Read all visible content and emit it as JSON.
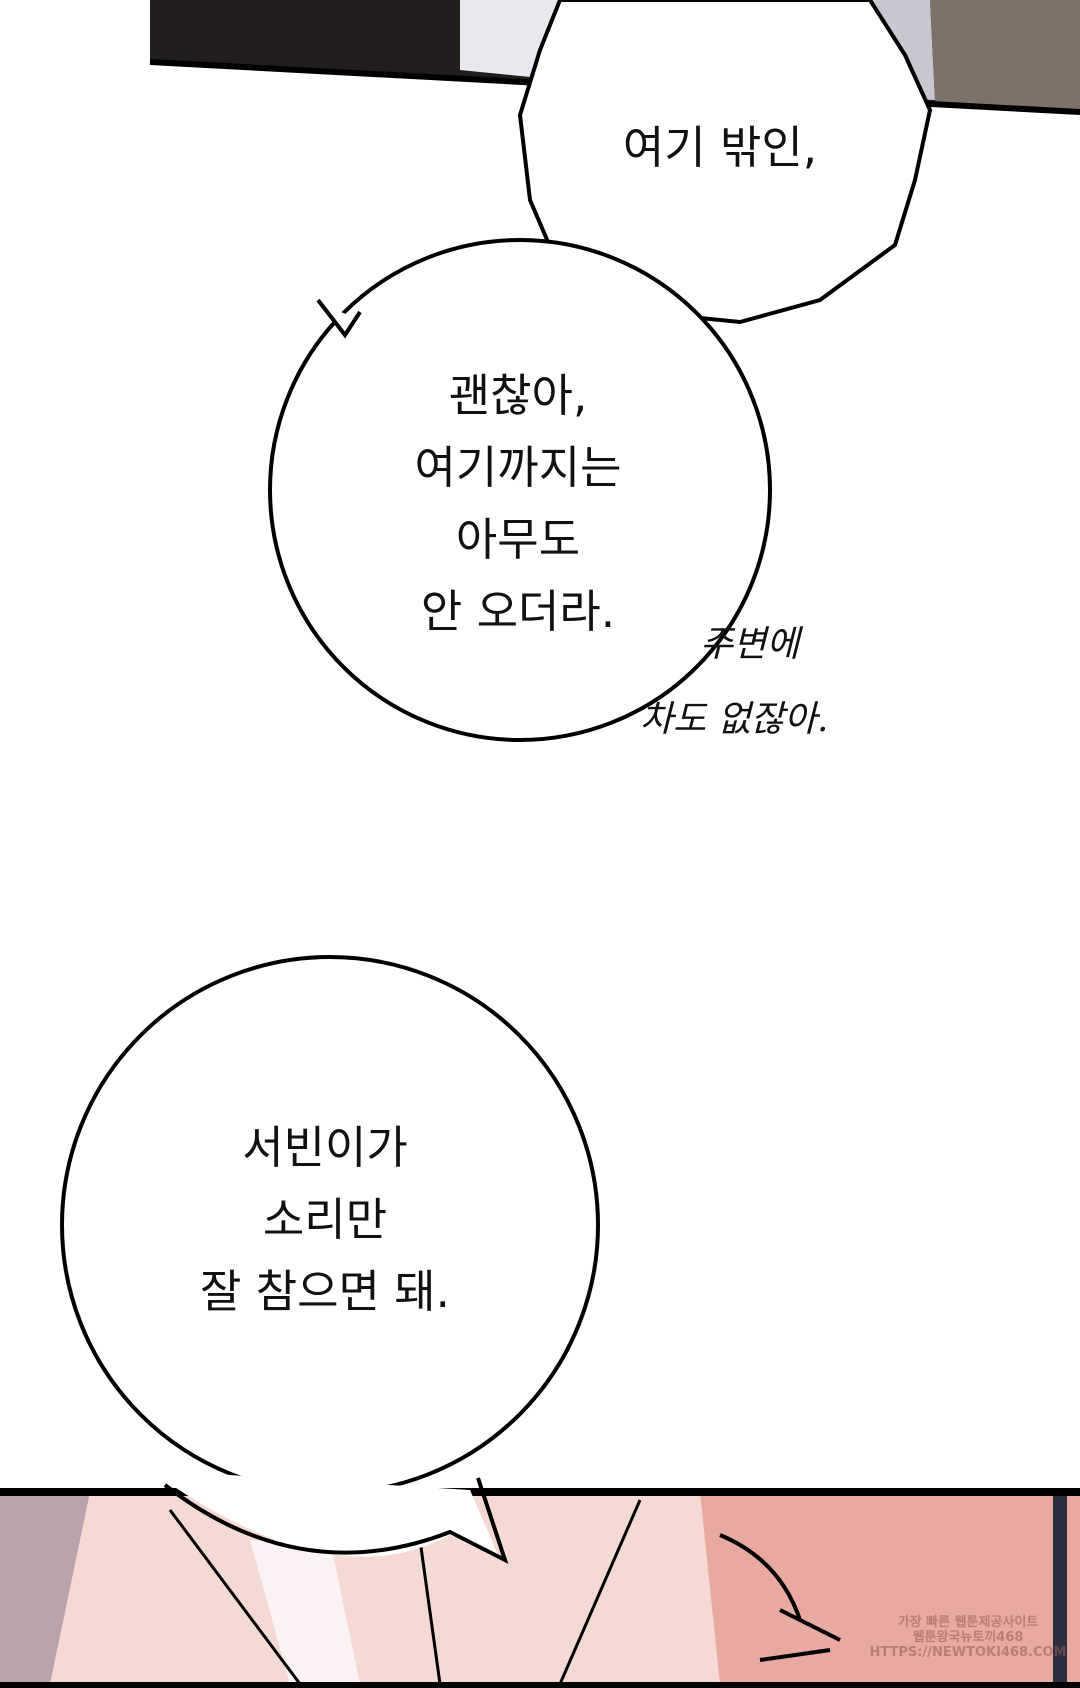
{
  "bubbles": {
    "first": {
      "text": "여기 밖인,"
    },
    "second": {
      "lines": [
        "괜찮아,",
        "여기까지는",
        "아무도",
        "안 오더라."
      ]
    },
    "aside": {
      "lines": [
        "주변에",
        "차도 없잖아."
      ]
    },
    "third": {
      "lines": [
        "서빈이가",
        "소리만",
        "잘 참으면 돼."
      ]
    }
  },
  "watermark": {
    "lines": [
      "가장 빠른 웹툰제공사이트",
      "웹툰왕국뉴토끼468",
      "HTTPS://NEWTOKI468.COM"
    ]
  }
}
